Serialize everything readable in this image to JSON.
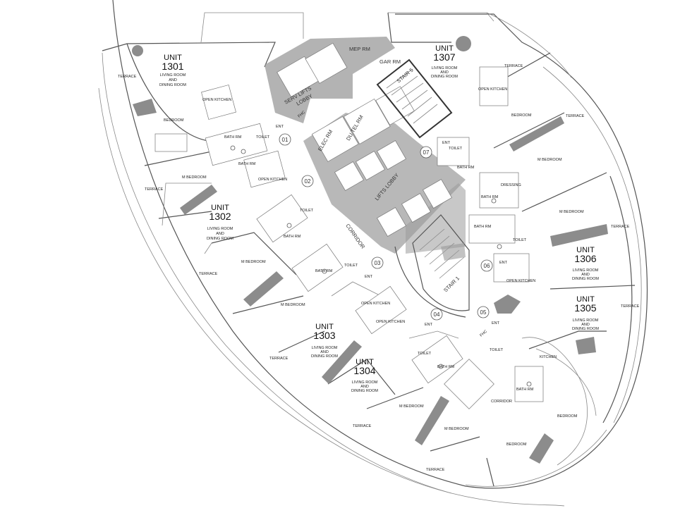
{
  "units": [
    {
      "id": "u1301",
      "label": "UNIT",
      "number": "1301",
      "sub1": "LIVING ROOM",
      "sub2": "AND",
      "sub3": "DINING ROOM"
    },
    {
      "id": "u1302",
      "label": "UNIT",
      "number": "1302",
      "sub1": "LIVING ROOM",
      "sub2": "AND",
      "sub3": "DINING ROOM"
    },
    {
      "id": "u1303",
      "label": "UNIT",
      "number": "1303",
      "sub1": "LIVING ROOM",
      "sub2": "AND",
      "sub3": "DINING ROOM"
    },
    {
      "id": "u1304",
      "label": "UNIT",
      "number": "1304",
      "sub1": "LIVING ROOM",
      "sub2": "AND",
      "sub3": "DINING ROOM"
    },
    {
      "id": "u1305",
      "label": "UNIT",
      "number": "1305",
      "sub1": "LIVING ROOM",
      "sub2": "AND",
      "sub3": "DINING ROOM"
    },
    {
      "id": "u1306",
      "label": "UNIT",
      "number": "1306",
      "sub1": "LIVING ROOM",
      "sub2": "AND",
      "sub3": "DINING ROOM"
    },
    {
      "id": "u1307",
      "label": "UNIT",
      "number": "1307",
      "sub1": "LIVING ROOM",
      "sub2": "AND",
      "sub3": "DINING ROOM"
    }
  ],
  "core": {
    "mep": "MEP RM",
    "gar": "GAR RM",
    "stair5": "STAIR 5",
    "serv1": "SERV LIFTS",
    "serv2": "LOBBY",
    "elec": "ELEC RM",
    "dutel": "DU TEL RM",
    "lifts": "LIFTS LOBBY",
    "corridor": "CORRIDOR",
    "stair1": "STAIR 1",
    "fhc1": "FHC",
    "fhc2": "FHC"
  },
  "rooms": {
    "terrace": "TERRACE",
    "bedroom": "BEDROOM",
    "mbedroom": "M BEDROOM",
    "bathrm": "BATH RM",
    "toilet": "TOILET",
    "openkitchen": "OPEN KITCHEN",
    "kitchen": "KITCHEN",
    "dressing": "DRESSING",
    "corridor": "CORRIDOR",
    "ent": "ENT"
  },
  "tags": [
    "01",
    "02",
    "03",
    "04",
    "05",
    "06",
    "07"
  ]
}
